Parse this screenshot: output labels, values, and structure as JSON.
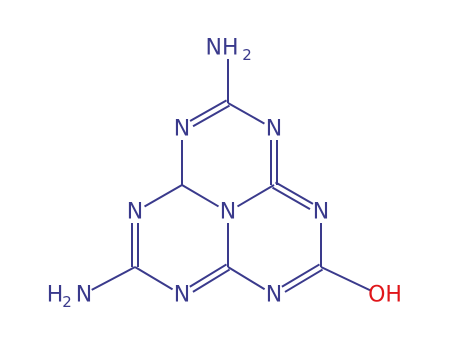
{
  "colors": {
    "nitrogen": "#3a3a8c",
    "oxygen": "#e0161a",
    "bond": "#3a3a8c",
    "background": "#ffffff"
  },
  "atoms": [
    {
      "id": "n_center",
      "label": "N",
      "element": "N"
    },
    {
      "id": "c_top",
      "label": "",
      "element": "C"
    },
    {
      "id": "n_top_left",
      "label": "N",
      "element": "N"
    },
    {
      "id": "n_top_right",
      "label": "N",
      "element": "N"
    },
    {
      "id": "c_upper_left",
      "label": "",
      "element": "C"
    },
    {
      "id": "c_upper_right",
      "label": "",
      "element": "C"
    },
    {
      "id": "n_mid_left",
      "label": "N",
      "element": "N"
    },
    {
      "id": "n_mid_right",
      "label": "N",
      "element": "N"
    },
    {
      "id": "c_lower_left",
      "label": "",
      "element": "C"
    },
    {
      "id": "c_lower_right",
      "label": "",
      "element": "C"
    },
    {
      "id": "n_bottom_left",
      "label": "N",
      "element": "N"
    },
    {
      "id": "c_bottom",
      "label": "",
      "element": "C"
    },
    {
      "id": "n_bottom_right",
      "label": "N",
      "element": "N"
    }
  ],
  "substituents": {
    "top_amine": {
      "main": "NH",
      "sub": "2"
    },
    "left_amine_prefix": {
      "main": "H",
      "sub": "2",
      "suffix": "N"
    },
    "hydroxyl": {
      "main": "OH"
    }
  },
  "bonds": [
    [
      "c_top",
      "n_top_left",
      2
    ],
    [
      "c_top",
      "n_top_right",
      1
    ],
    [
      "n_top_left",
      "c_upper_left",
      1
    ],
    [
      "n_top_right",
      "c_upper_right",
      2
    ],
    [
      "c_upper_left",
      "n_center",
      1
    ],
    [
      "c_upper_right",
      "n_center",
      1
    ],
    [
      "c_upper_left",
      "n_mid_left",
      1
    ],
    [
      "n_mid_left",
      "c_lower_left",
      2
    ],
    [
      "c_lower_left",
      "n_bottom_left",
      1
    ],
    [
      "n_bottom_left",
      "c_bottom",
      2
    ],
    [
      "c_bottom",
      "n_center",
      1
    ],
    [
      "c_upper_right",
      "n_mid_right",
      2
    ],
    [
      "n_mid_right",
      "c_lower_right",
      1
    ],
    [
      "c_lower_right",
      "n_bottom_right",
      2
    ],
    [
      "n_bottom_right",
      "c_bottom",
      1
    ],
    [
      "c_top",
      "top_amine",
      1
    ],
    [
      "c_lower_left",
      "left_amine",
      1
    ],
    [
      "c_lower_right",
      "hydroxyl",
      1
    ]
  ]
}
